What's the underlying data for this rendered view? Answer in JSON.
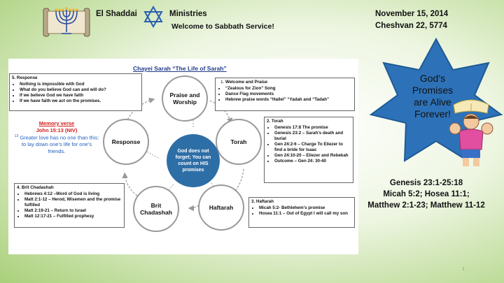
{
  "header": {
    "org_left": "El Shaddai",
    "org_right": "Ministries",
    "subtitle": "Welcome to Sabbath Service!",
    "date": "November 15, 2014",
    "hebrew_date": "Cheshvan 22,  5774"
  },
  "slide": {
    "title": "Chayei Sarah “The Life of Sarah”",
    "center": "God does not forget; You can count on HIS promises",
    "circles": {
      "praise": "Praise and Worship",
      "torah": "Torah",
      "haftarah": "Haftarah",
      "brit": "Brit Chadashah",
      "response": "Response"
    },
    "box_worship": {
      "items": [
        "Welcome and Praise",
        "“Zealous for Zion” Song",
        "Dance Flag movements",
        "Hebrew praise words “Hallel” “Yadah and “Tadah”"
      ]
    },
    "box_torah": {
      "title": "2. Torah",
      "items": [
        "Genesis 17:8 The promise",
        "Genesis 23:2 – Sarah’s death and burial",
        "Gen 24:2-6 – Charge To Eliezer to find a bride for Isaac",
        "Gen 24:10-20 – Eliezer and Rebekah",
        "Outcome – Gen 24: 30-40"
      ]
    },
    "box_haftarah": {
      "title": "3. Haftarah",
      "items": [
        "Micah 5:2- Bethlehem’s promise",
        "Hosea  11:1 – Out of Egypt I will call my son"
      ]
    },
    "box_brit": {
      "title": "4. Brit Chadashah",
      "items": [
        "Hebrews 4:12 –Word of God is living",
        "Matt 2:1-12 – Herod, Wisemen and the promise fulfilled",
        "Matt 2:19-21 – Return to Israel",
        "Matt 12:17-21 – Fulfilled prophesy"
      ]
    },
    "box_response": {
      "title": "5. Response",
      "items": [
        "Nothing is impossible with God",
        "What do you believe God can and will do?",
        "If we believe God we have faith",
        "If we have faith we act on the promises."
      ]
    },
    "memory": {
      "heading": "Memory verse",
      "ref": "John 15:13 (NIV)",
      "verse_num": "13",
      "verse": "Greater love has no one than this: to lay down one’s life for one’s friends."
    }
  },
  "star_text": "God’s Promises are Alive Forever!",
  "verses": [
    "Genesis 23:1-25:18",
    "Micah 5:2; Hosea 11:1;",
    "Matthew 2:1-23; Matthew 11-12"
  ],
  "page_number": "1",
  "colors": {
    "star": "#2d72b8",
    "star_border": "#1f5a94",
    "center_circle": "#2e6ea6",
    "title": "#1f3a8a",
    "memory_heading": "#d21a1a",
    "memory_text": "#1f5fbf"
  }
}
